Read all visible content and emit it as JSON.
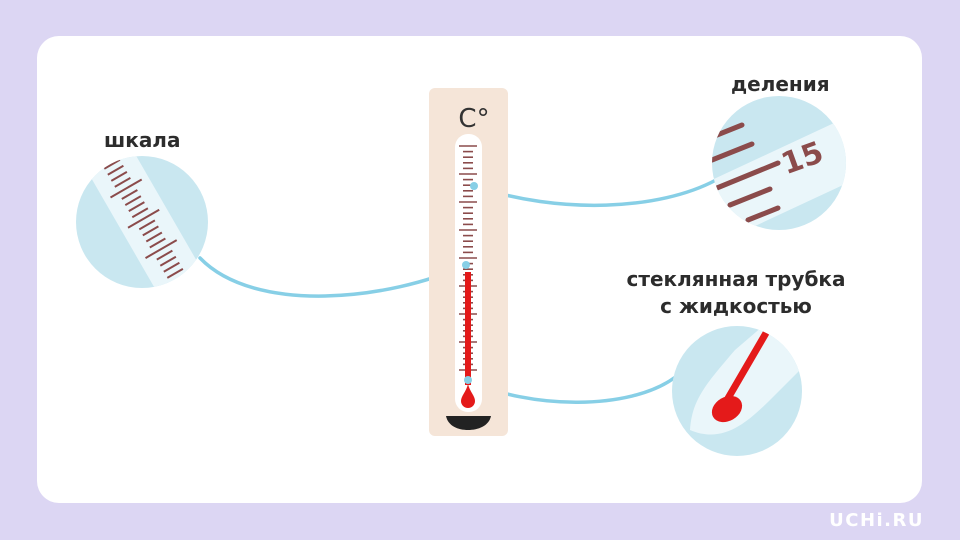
{
  "labels": {
    "scale": "шкала",
    "divisions": "деления",
    "tube_line1": "стеклянная трубка",
    "tube_line2": "с жидкостью"
  },
  "thermometer": {
    "unit": "C°",
    "liquid_fill_fraction": 0.48
  },
  "zoom_divisions": {
    "number": "15"
  },
  "brand": "UCHi.RU",
  "colors": {
    "background": "#dcd6f3",
    "card": "#ffffff",
    "connector": "#87cfe6",
    "liquid": "#e41a1a",
    "tick": "#8b4b4b",
    "body": "#f5e5d8",
    "zoom_circle": "#c9e7f0"
  }
}
